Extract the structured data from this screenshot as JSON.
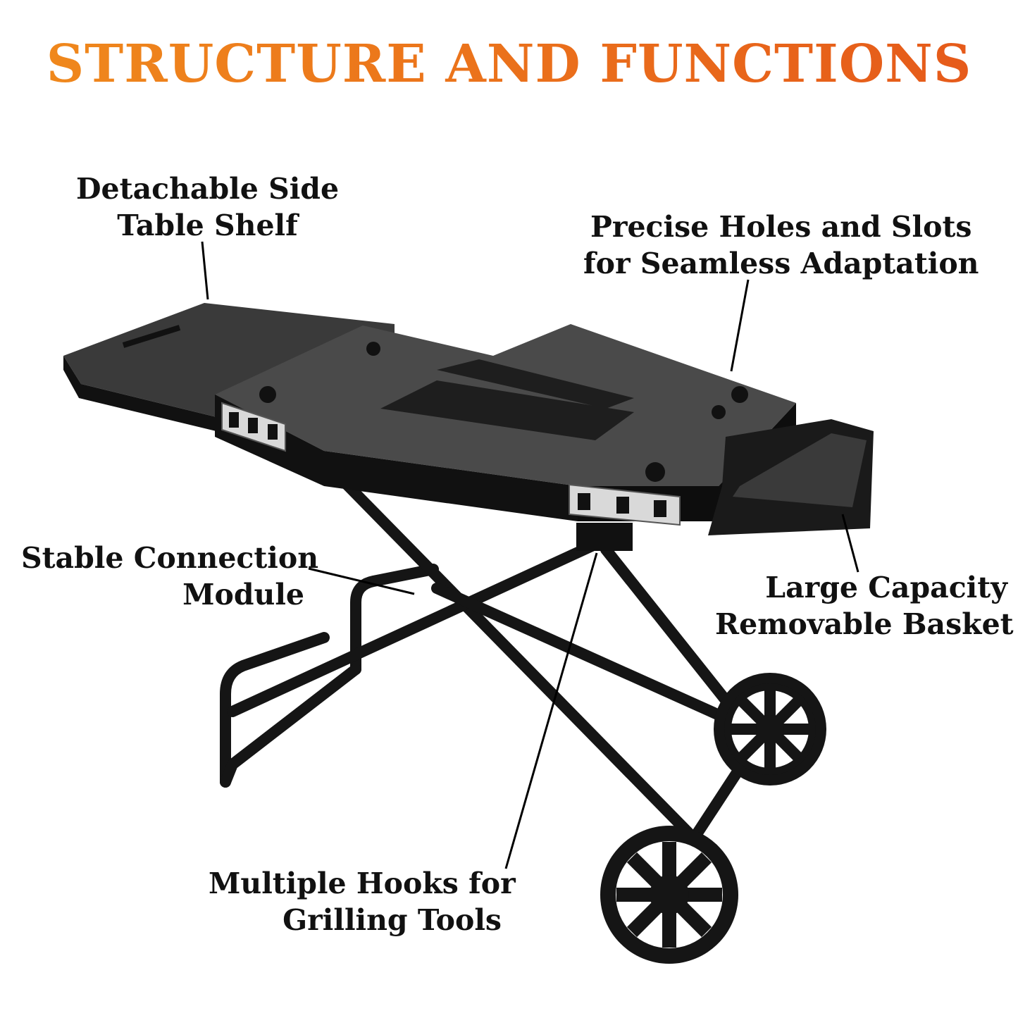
{
  "title": "STRUCTURE AND FUNCTIONS",
  "colors": {
    "title_start": "#f08a1c",
    "title_end": "#e5581a",
    "text": "#111111",
    "product": "#1a1a1a"
  },
  "callouts": [
    {
      "id": "side-table",
      "lines": [
        "Detachable Side",
        "Table Shelf"
      ]
    },
    {
      "id": "holes-slots",
      "lines": [
        "Precise Holes and Slots",
        "for Seamless Adaptation"
      ]
    },
    {
      "id": "connection",
      "lines": [
        "Stable Connection",
        "Module"
      ]
    },
    {
      "id": "basket",
      "lines": [
        "Large Capacity",
        "Removable Basket"
      ]
    },
    {
      "id": "hooks",
      "lines": [
        "Multiple Hooks for",
        "Grilling Tools"
      ]
    }
  ]
}
